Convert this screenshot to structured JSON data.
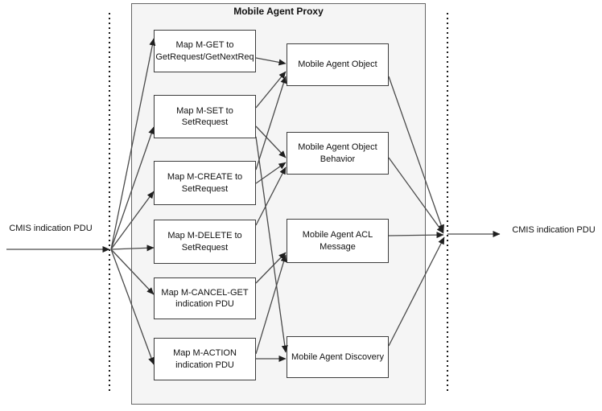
{
  "title": "Mobile Agent Proxy",
  "left_flow_label": "CMIS indication PDU",
  "right_flow_label": "CMIS indication PDU",
  "left_boxes": [
    {
      "label": "Map M-GET to GetRequest/GetNextReq"
    },
    {
      "label": "Map M-SET to SetRequest"
    },
    {
      "label": "Map M-CREATE to SetRequest"
    },
    {
      "label": "Map M-DELETE to SetRequest"
    },
    {
      "label": "Map M-CANCEL-GET indication PDU"
    },
    {
      "label": "Map M-ACTION indication PDU"
    }
  ],
  "right_boxes": [
    {
      "label": "Mobile Agent Object"
    },
    {
      "label": "Mobile Agent Object Behavior"
    },
    {
      "label": "Mobile Agent ACL Message"
    },
    {
      "label": "Mobile Agent Discovery"
    }
  ],
  "connections": {
    "input": {
      "from": "CMIS indication PDU",
      "to": [
        "Map M-GET to GetRequest/GetNextReq",
        "Map M-SET to SetRequest",
        "Map M-CREATE to SetRequest",
        "Map M-DELETE to SetRequest",
        "Map M-CANCEL-GET indication PDU",
        "Map M-ACTION indication PDU"
      ]
    },
    "mappings": [
      {
        "from": "Map M-GET to GetRequest/GetNextReq",
        "to": "Mobile Agent Object"
      },
      {
        "from": "Map M-SET to SetRequest",
        "to": "Mobile Agent Object"
      },
      {
        "from": "Map M-SET to SetRequest",
        "to": "Mobile Agent Object Behavior"
      },
      {
        "from": "Map M-SET to SetRequest",
        "to": "Mobile Agent Discovery"
      },
      {
        "from": "Map M-CREATE to SetRequest",
        "to": "Mobile Agent Object"
      },
      {
        "from": "Map M-CREATE to SetRequest",
        "to": "Mobile Agent Object Behavior"
      },
      {
        "from": "Map M-DELETE to SetRequest",
        "to": "Mobile Agent Object Behavior"
      },
      {
        "from": "Map M-CANCEL-GET indication PDU",
        "to": "Mobile Agent ACL Message"
      },
      {
        "from": "Map M-ACTION indication PDU",
        "to": "Mobile Agent ACL Message"
      },
      {
        "from": "Map M-ACTION indication PDU",
        "to": "Mobile Agent Discovery"
      }
    ],
    "output": {
      "from": [
        "Mobile Agent Object",
        "Mobile Agent Object Behavior",
        "Mobile Agent ACL Message",
        "Mobile Agent Discovery"
      ],
      "to": "CMIS indication PDU"
    }
  },
  "colors": {
    "container_fill": "#f5f5f5",
    "box_fill": "#ffffff",
    "box_border": "#3d3d3d",
    "line": "#4a4a4a",
    "text": "#111111"
  }
}
